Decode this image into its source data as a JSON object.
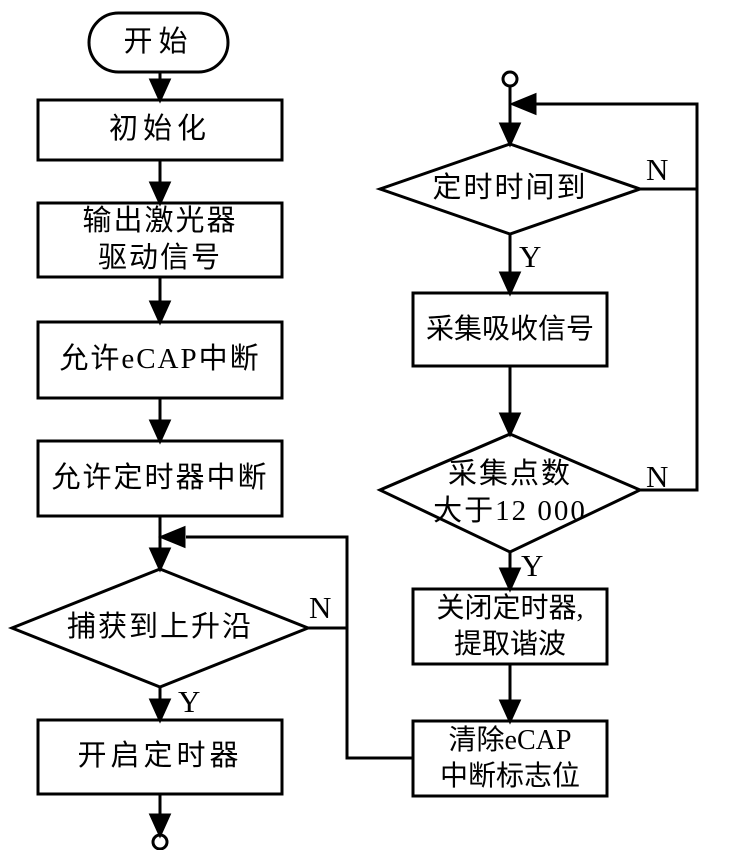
{
  "flowchart": {
    "description_type": "flowchart",
    "nodes": {
      "start": "开始",
      "init": "初始化",
      "laser": {
        "line1": "输出激光器",
        "line2": "驱动信号"
      },
      "ecap_enable": "允许eCAP中断",
      "timer_enable": "允许定时器中断",
      "capture_decision": "捕获到上升沿",
      "start_timer": "开启定时器",
      "timing_decision": "定时时间到",
      "collect": "采集吸收信号",
      "points_decision": {
        "line1": "采集点数",
        "line2": "大于12 000"
      },
      "close_timer": {
        "line1": "关闭定时器,",
        "line2": "提取谐波"
      },
      "clear_flag": {
        "line1": "清除eCAP",
        "line2": "中断标志位"
      }
    },
    "branch_labels": {
      "yes": "Y",
      "no": "N"
    },
    "colors": {
      "line": "#000000",
      "text": "#000000",
      "background": "#ffffff"
    }
  }
}
